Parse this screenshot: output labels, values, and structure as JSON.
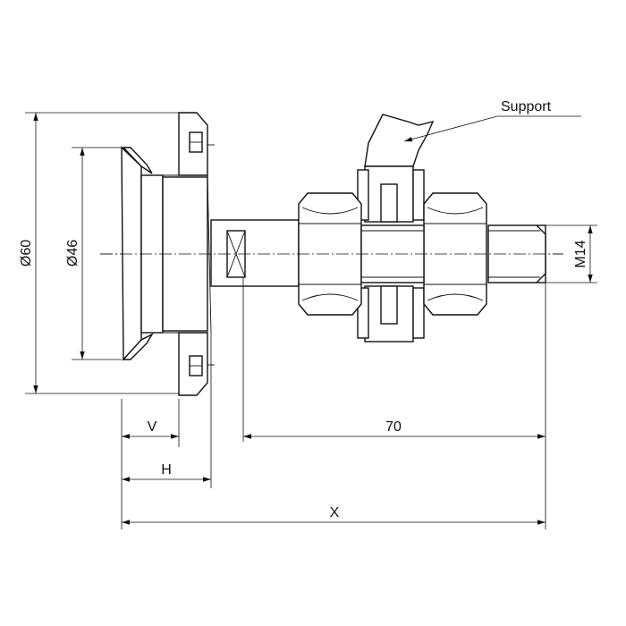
{
  "labels": {
    "support": "Support",
    "diameter_outer": "Ø60",
    "diameter_inner": "Ø46",
    "thread": "M14",
    "dim_v": "V",
    "dim_h": "H",
    "dim_70": "70",
    "dim_x": "X"
  },
  "colors": {
    "line": "#111111",
    "background": "#ffffff"
  }
}
